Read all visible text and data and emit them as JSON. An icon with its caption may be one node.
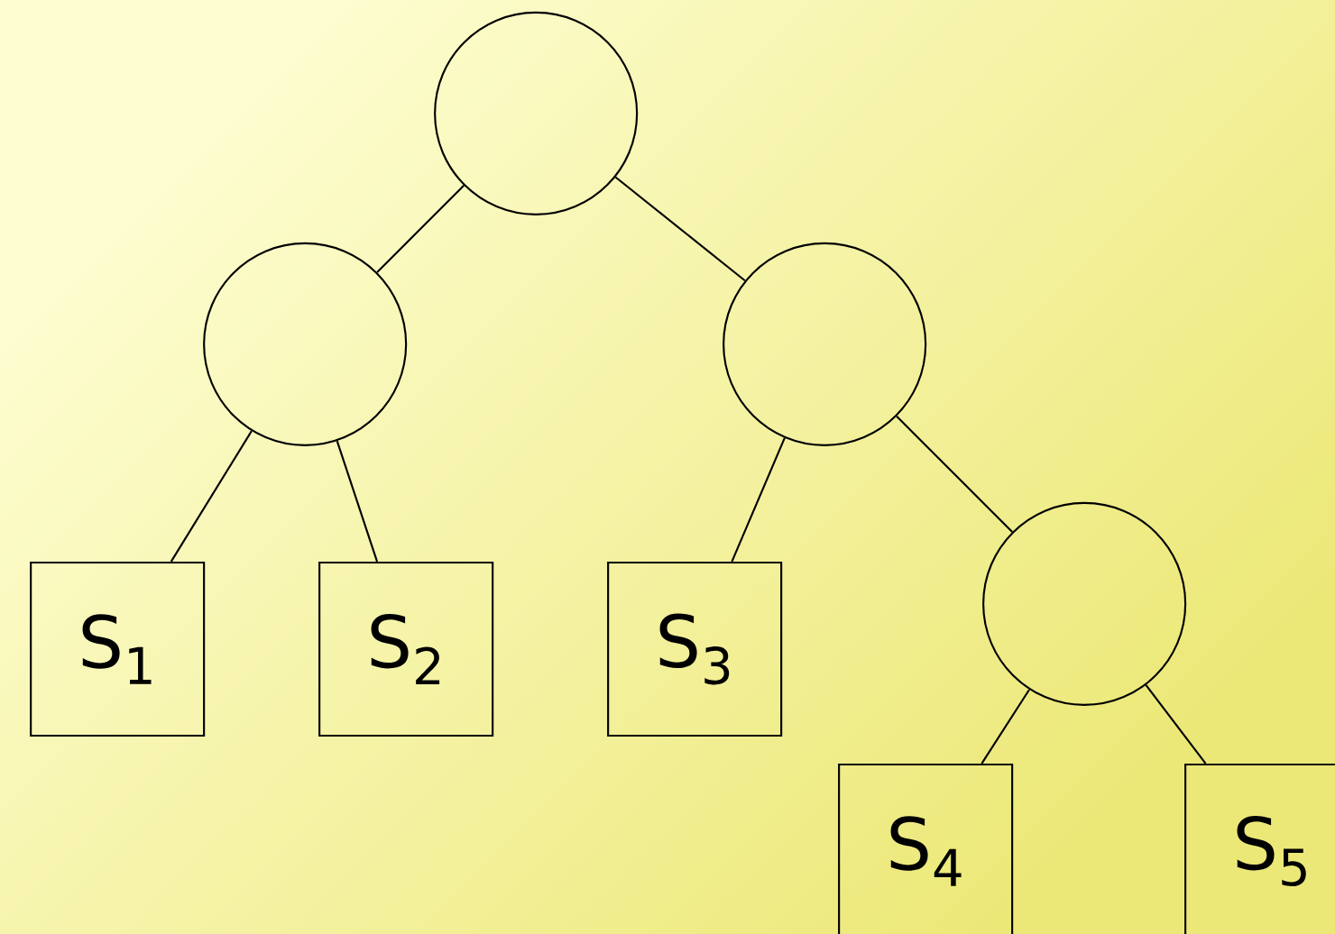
{
  "diagram": {
    "nodes": [
      {
        "text": [],
        "shape": "circle"
      },
      {
        "text": [],
        "shape": "circle"
      },
      {
        "text": [],
        "shape": "circle"
      },
      {
        "text": [
          "S$_{1}$"
        ]
      },
      {
        "text": [
          "S$_{2}$"
        ]
      },
      {
        "text": [
          "S$_{3}$"
        ]
      },
      {
        "text": [],
        "shape": "circle"
      },
      {
        "text": [
          "S$_{4}$"
        ]
      },
      {
        "text": [
          "S$_{5}$"
        ]
      }
    ],
    "edges": [
      {
        "from": 0,
        "to": 1,
        "arrow": "none"
      },
      {
        "from": 0,
        "to": 2,
        "arrow": "none"
      },
      {
        "from": 1,
        "to": 3,
        "arrow": "none"
      },
      {
        "from": 1,
        "to": 4,
        "arrow": "none"
      },
      {
        "from": 2,
        "to": 5,
        "arrow": "none"
      },
      {
        "from": 2,
        "to": 6,
        "arrow": "none"
      },
      {
        "from": 6,
        "to": 7,
        "arrow": "none"
      },
      {
        "from": 6,
        "to": 8,
        "arrow": "none"
      }
    ]
  }
}
